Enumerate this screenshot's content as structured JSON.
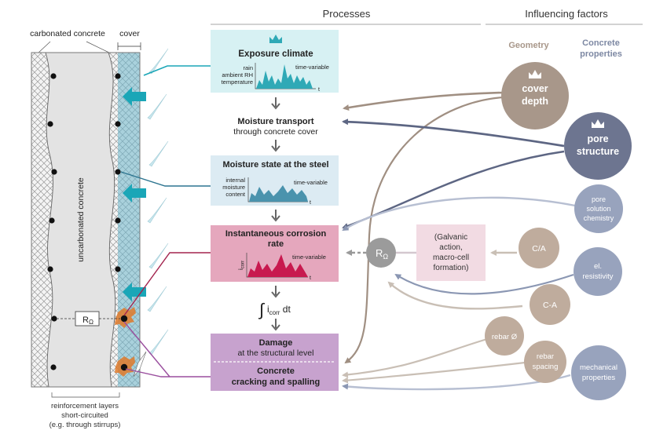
{
  "headers": {
    "processes": "Processes",
    "influencing_factors": "Influencing factors",
    "geometry": "Geometry",
    "concrete_properties": [
      "Concrete",
      "properties"
    ]
  },
  "left_panel": {
    "carbonated_concrete": "carbonated concrete",
    "cover": "cover",
    "uncarbonated_concrete": "uncarbonated concrete",
    "resistance_label": "R",
    "resistance_sub": "Ω",
    "footnote": [
      "reinforcement layers",
      "short-circuited",
      "(e.g. through stirrups)"
    ]
  },
  "processes": {
    "exposure_climate": {
      "title": "Exposure climate",
      "y_labels": [
        "rain",
        "ambient RH",
        "temperature"
      ],
      "note": "time-variable",
      "t": "t"
    },
    "moisture_transport": [
      "Moisture transport",
      "through concrete cover"
    ],
    "moisture_state": {
      "title": "Moisture state at the steel",
      "y_labels": [
        "internal",
        "moisture",
        "content"
      ],
      "note": "time-variable",
      "t": "t"
    },
    "corrosion_rate": {
      "title": [
        "Instantaneous corrosion",
        "rate"
      ],
      "y_label": "i",
      "y_label_sub": "corr",
      "note": "time-variable",
      "t": "t"
    },
    "integral": {
      "symbol": "∫",
      "i": "i",
      "sub": "corr",
      "dt": " dt"
    },
    "damage": {
      "title": "Damage",
      "subtitle": "at the structural level",
      "concrete_title": [
        "Concrete",
        "cracking and spalling"
      ]
    }
  },
  "middle": {
    "r_omega": "R",
    "r_omega_sub": "Ω",
    "galvanic": [
      "(Galvanic",
      "action,",
      "macro-cell",
      "formation)"
    ]
  },
  "factors": {
    "cover_depth": [
      "cover",
      "depth"
    ],
    "pore_structure": [
      "pore",
      "structure"
    ],
    "pore_solution": [
      "pore",
      "solution",
      "chemistry"
    ],
    "ca_ratio": "C/A",
    "el_resistivity": [
      "el.",
      "resistivity"
    ],
    "ca_area": "C-A",
    "rebar_diameter": "rebar Ø",
    "rebar_spacing": [
      "rebar",
      "spacing"
    ],
    "mechanical": [
      "mechanical",
      "properties"
    ]
  },
  "colors": {
    "exposure_box": "#d7f1f3",
    "exposure_fill": "#2fa9b6",
    "moisture_box": "#dcebf3",
    "moisture_fill": "#4a93ad",
    "corrosion_box": "#e5a7bd",
    "corrosion_fill": "#c8194f",
    "damage_box": "#c7a2ce",
    "galvanic_box": "#f2dbe3",
    "geometry": "#a8978a",
    "pore_structure": "#6d7590",
    "concrete_props": "#98a3bd",
    "cover_zone": "#a9d1dc",
    "arrow_teal": "#1aa6b7"
  }
}
